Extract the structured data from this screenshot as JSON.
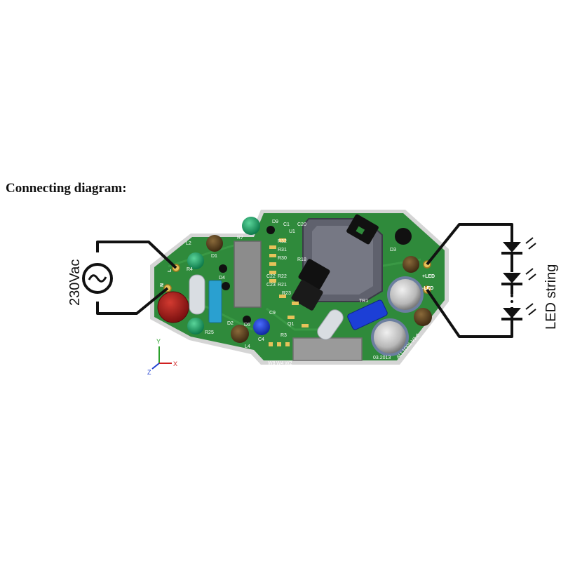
{
  "title": "Connecting diagram:",
  "source_label": "230Vac",
  "load_label": "LED string",
  "terminals": {
    "live": "L",
    "neutral": "N",
    "led_plus": "+LED",
    "led_minus": "-LED"
  },
  "board": {
    "date": "03.2013",
    "version": "ALL1D01 V1.0"
  },
  "axes": {
    "y": "Y",
    "z": "Z",
    "x": "X"
  },
  "components": {
    "l2": "L2",
    "r4": "R4",
    "d1": "D1",
    "r7": "R7",
    "r25": "R25",
    "d4": "D4",
    "d2": "D2",
    "d5": "D5",
    "c4": "C4",
    "l4": "L4",
    "c9": "C9",
    "d9": "D9",
    "c20": "C20",
    "c1": "C1",
    "r32": "R32",
    "r31": "R31",
    "r30": "R30",
    "c22": "C22",
    "c23": "C23",
    "r22": "R22",
    "r21": "R21",
    "r23": "R23",
    "r18": "R18",
    "u1": "U1",
    "d3": "D3",
    "tr1": "TR1",
    "r3": "R3",
    "q1": "Q1",
    "w8": "W8",
    "w4": "W4",
    "w2": "W2"
  },
  "colors": {
    "pcb": "#2f8a3b",
    "pcb_edge": "#d2d2d2",
    "wire": "#111111",
    "cap_red": "#9a1a14",
    "cap_blue": "#1c3fd6",
    "inductor_green": "#1aa06b",
    "resistor_cyan": "#2aa0d0",
    "transformer_core": "#6a6c78"
  },
  "icons": [
    "ac-source-icon",
    "led-diode-icon",
    "axis-triad-icon"
  ]
}
